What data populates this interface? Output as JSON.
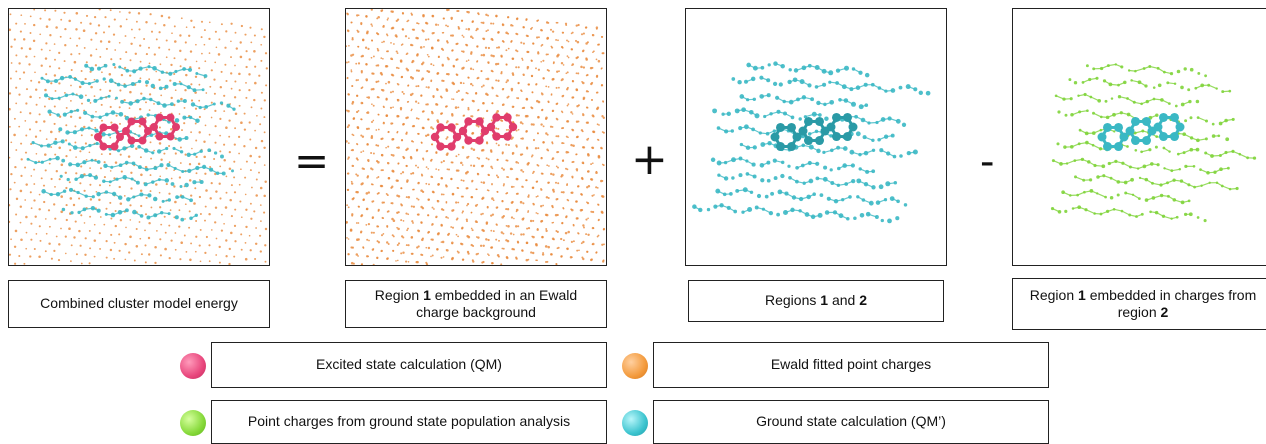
{
  "operators": {
    "equals": "=",
    "plus": "+",
    "minus": "-"
  },
  "captions": {
    "combined": "Combined cluster model energy",
    "region1_ewald": {
      "pre": "Region ",
      "n1": "1",
      "post": " embedded in an Ewald charge background"
    },
    "regions12": {
      "pre": "Regions ",
      "n1": "1",
      "mid": " and ",
      "n2": "2"
    },
    "region1_charges": {
      "pre": "Region ",
      "n1": "1",
      "mid": " embedded in charges from region ",
      "n2": "2"
    }
  },
  "legend": [
    {
      "label": "Excited state calculation (QM)",
      "color": "#e8467c"
    },
    {
      "label": "Ewald fitted point charges",
      "color": "#f39a3c"
    },
    {
      "label": "Point charges from ground state population analysis",
      "color": "#86d93a"
    },
    {
      "label": "Ground state calculation (QM’)",
      "color": "#3cc4cf"
    }
  ],
  "colors": {
    "qm": "#e03c6c",
    "ewald": "#e8883a",
    "pointcharge": "#7fd43a",
    "ground": "#3ab8c4"
  }
}
